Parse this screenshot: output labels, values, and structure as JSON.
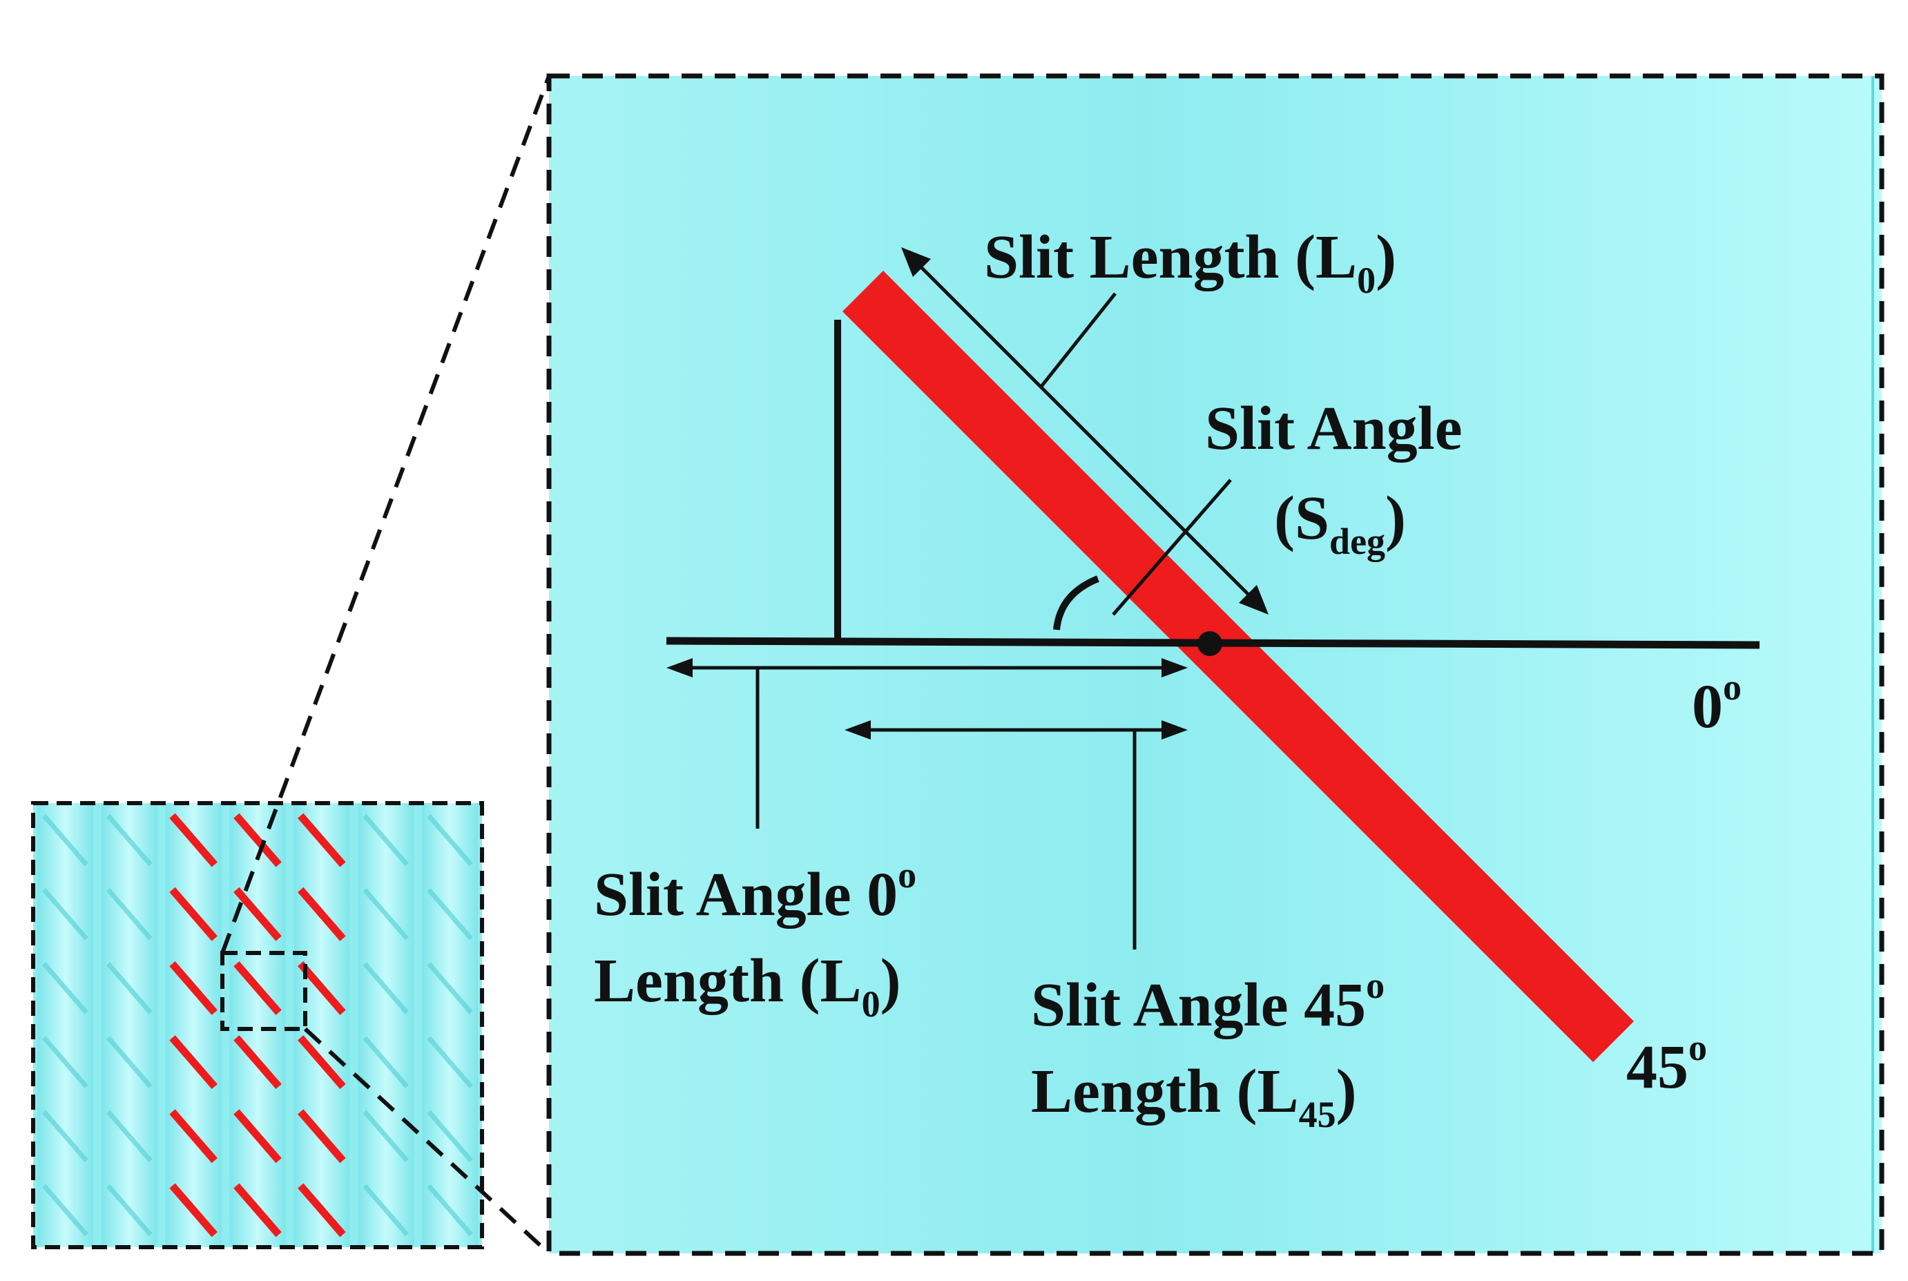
{
  "colors": {
    "background": "#ffffff",
    "panel_cyan": "#9ff0f2",
    "panel_cyan_light": "#b9fbfc",
    "slit_red": "#ee1c1c",
    "line_black": "#111111"
  },
  "labels": {
    "slit_length": {
      "main": "Slit Length (L",
      "sub": "0",
      "close": ")"
    },
    "slit_angle": {
      "line1": "Slit Angle",
      "line2_open": "(S",
      "line2_sub": "deg",
      "line2_close": ")"
    },
    "zero_deg": {
      "main": "0",
      "sup": "o"
    },
    "forty_five_deg": {
      "main": "45",
      "sup": "o"
    },
    "slit_angle_0_length": {
      "line1_main": "Slit Angle 0",
      "line1_sup": "o",
      "line2_main": "Length (L",
      "line2_sub": "0",
      "line2_close": ")"
    },
    "slit_angle_45_length": {
      "line1_main": "Slit Angle 45",
      "line1_sup": "o",
      "line2_main": "Length (L",
      "line2_sub": "45",
      "line2_close": ")"
    }
  },
  "thumbnail": {
    "columns": 7,
    "rows": 6,
    "red_columns": [
      2,
      3,
      4
    ],
    "faded_columns": [
      0,
      1,
      5,
      6
    ]
  }
}
